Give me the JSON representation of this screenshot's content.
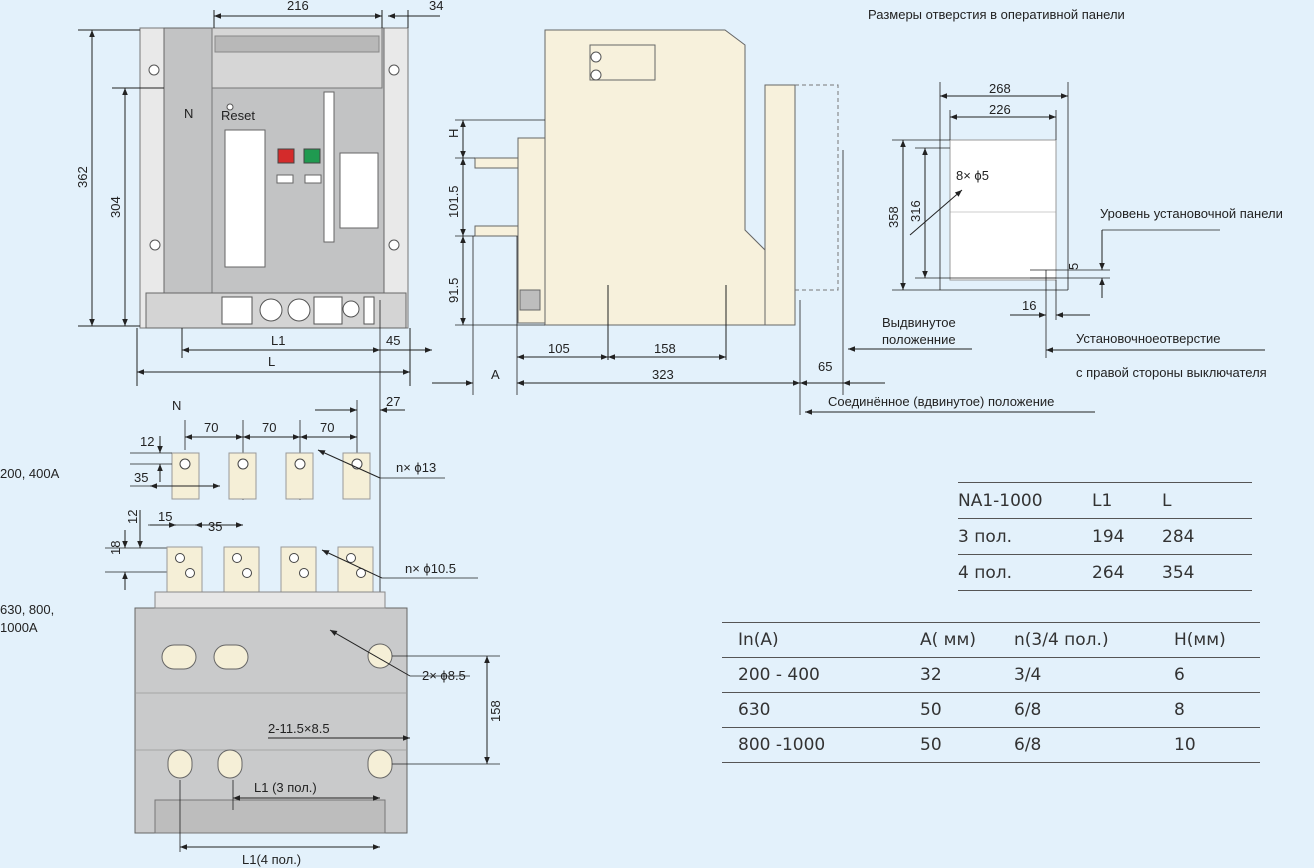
{
  "front_view": {
    "width_216": "216",
    "offset_34": "34",
    "height_362": "362",
    "height_304": "304",
    "pole_n": "N",
    "reset_label": "Reset",
    "dim_l1": "L1",
    "dim_l": "L",
    "dim_45": "45"
  },
  "side_view": {
    "dim_h": "H",
    "dim_101_5": "101.5",
    "dim_91_5": "91.5",
    "dim_105": "105",
    "dim_158": "158",
    "dim_a": "A",
    "dim_323": "323",
    "dim_65": "65",
    "withdrawn_line1": "Выдвинутое",
    "withdrawn_line2": "положенние",
    "connected_label": "Соединённое (вдвинутое) положение"
  },
  "panel_cutout": {
    "title": "Размеры отверстия в оперативной панели",
    "dim_268": "268",
    "dim_226": "226",
    "dim_358": "358",
    "dim_316": "316",
    "holes": "8× ϕ5",
    "panel_level": "Уровень установочной панели",
    "dim_5": "5",
    "dim_16": "16",
    "mount_hole_line1": "Установочноеотверстие",
    "mount_hole_line2": "с правой стороны выключателя"
  },
  "terminals": {
    "pole_n": "N",
    "dim_27": "27",
    "pitch_70": "70",
    "dim_12": "12",
    "dim_35": "35",
    "holes_13": "n× ϕ13",
    "rating_small": "200, 400A",
    "dim_12b": "12",
    "dim_15": "15",
    "dim_35b": "35",
    "dim_18": "18",
    "holes_10_5": "n× ϕ10.5",
    "rating_large_line1": "630, 800,",
    "rating_large_line2": "1000A",
    "holes_8_5": "2× ϕ8.5",
    "dim_158": "158",
    "slots": "2-11.5×8.5",
    "l1_3pole": "L1 (3 пол.)",
    "l1_4pole": "L1(4 пол.)"
  },
  "model_table": {
    "headers": [
      "NA1-1000",
      "L1",
      "L"
    ],
    "rows": [
      [
        "3 пол.",
        "194",
        "284"
      ],
      [
        "4 пол.",
        "264",
        "354"
      ]
    ]
  },
  "current_table": {
    "headers": [
      "In(A)",
      "A( мм)",
      "n(3/4 пол.)",
      "H(мм)"
    ],
    "rows": [
      [
        "200 - 400",
        "32",
        "3/4",
        "6"
      ],
      [
        "630",
        "50",
        "6/8",
        "8"
      ],
      [
        "800 -1000",
        "50",
        "6/8",
        "10"
      ]
    ]
  },
  "colors": {
    "background": "#e3f1fb",
    "breaker_grey": "#c9cacb",
    "panel_cream": "#f7f1dc",
    "terminal_cream": "#f5efd7",
    "button_red": "#d42b2b",
    "button_green": "#1f9a50"
  }
}
